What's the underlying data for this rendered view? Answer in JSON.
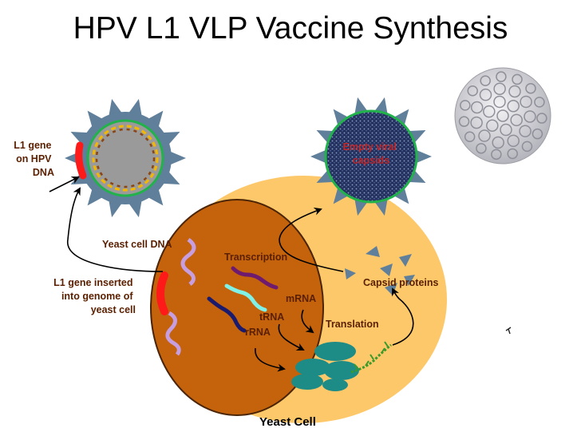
{
  "title": "HPV L1 VLP Vaccine Synthesis",
  "labels": {
    "l1_gene_hpv": [
      "L1 gene",
      "on HPV",
      "DNA"
    ],
    "empty_capsids": [
      "Empty viral",
      "capsids"
    ],
    "yeast_cell_dna": "Yeast cell DNA",
    "l1_inserted": [
      "L1 gene inserted",
      "into genome of",
      "yeast cell"
    ],
    "transcription": "Transcription",
    "capsid_proteins": "Capsid proteins",
    "mrna": "mRNA",
    "trna": "tRNA",
    "rrna": "rRNA",
    "translation": "Translation",
    "yeast_cell": "Yeast Cell"
  },
  "colors": {
    "cytoplasm": "#fdc86a",
    "nucleus": "#c4630c",
    "nucleus_edge": "#4a2404",
    "virus_coat": "#5f7f9a",
    "virus_ring": "#22b24c",
    "virus_core": "#9a9a9a",
    "l1_gene": "#ff1a1a",
    "dna_helix_a": "#f5b800",
    "dna_helix_b": "#8b4513",
    "yeast_dna": "#c79ee0",
    "ribosome": "#1e8c86",
    "mrna_purple": "#6e1a6e",
    "trna_cyan": "#7ff1e6",
    "rrna_navy": "#1a1a6e",
    "polypeptide": "#3a9a2a",
    "label_dark_red": "#5a1f00",
    "label_capsids": "#c0282b"
  }
}
